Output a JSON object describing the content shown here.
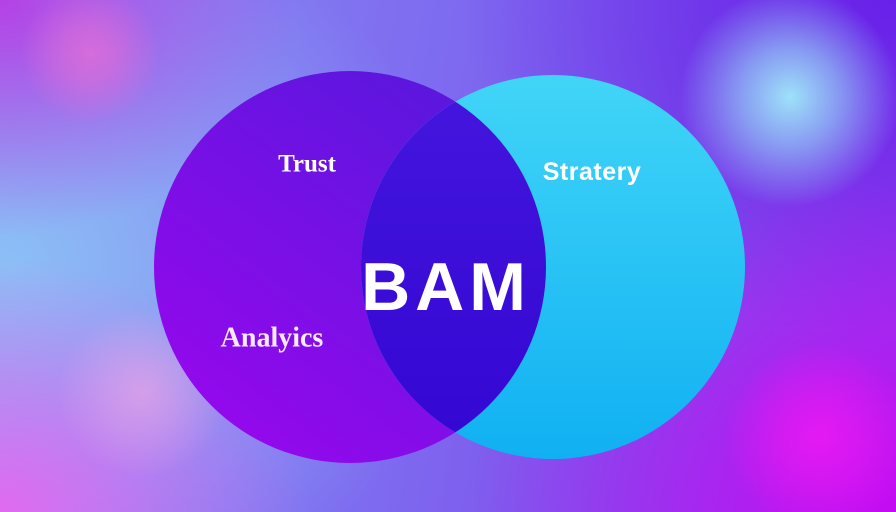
{
  "venn": {
    "center_label": "BAM",
    "left": {
      "label_top": "Trust",
      "label_bottom": "Analyics"
    },
    "right": {
      "label": "Stratery"
    }
  },
  "colors": {
    "left_circle_top": "#5518dc",
    "left_circle_bottom": "#9a07ee",
    "right_circle_top": "#41d5f7",
    "right_circle_bottom": "#10b0f2",
    "overlap_top": "#4416de",
    "overlap_bottom": "#3306d2",
    "label_text": "#ffffff",
    "analyics_text": "#f9e9fb"
  }
}
